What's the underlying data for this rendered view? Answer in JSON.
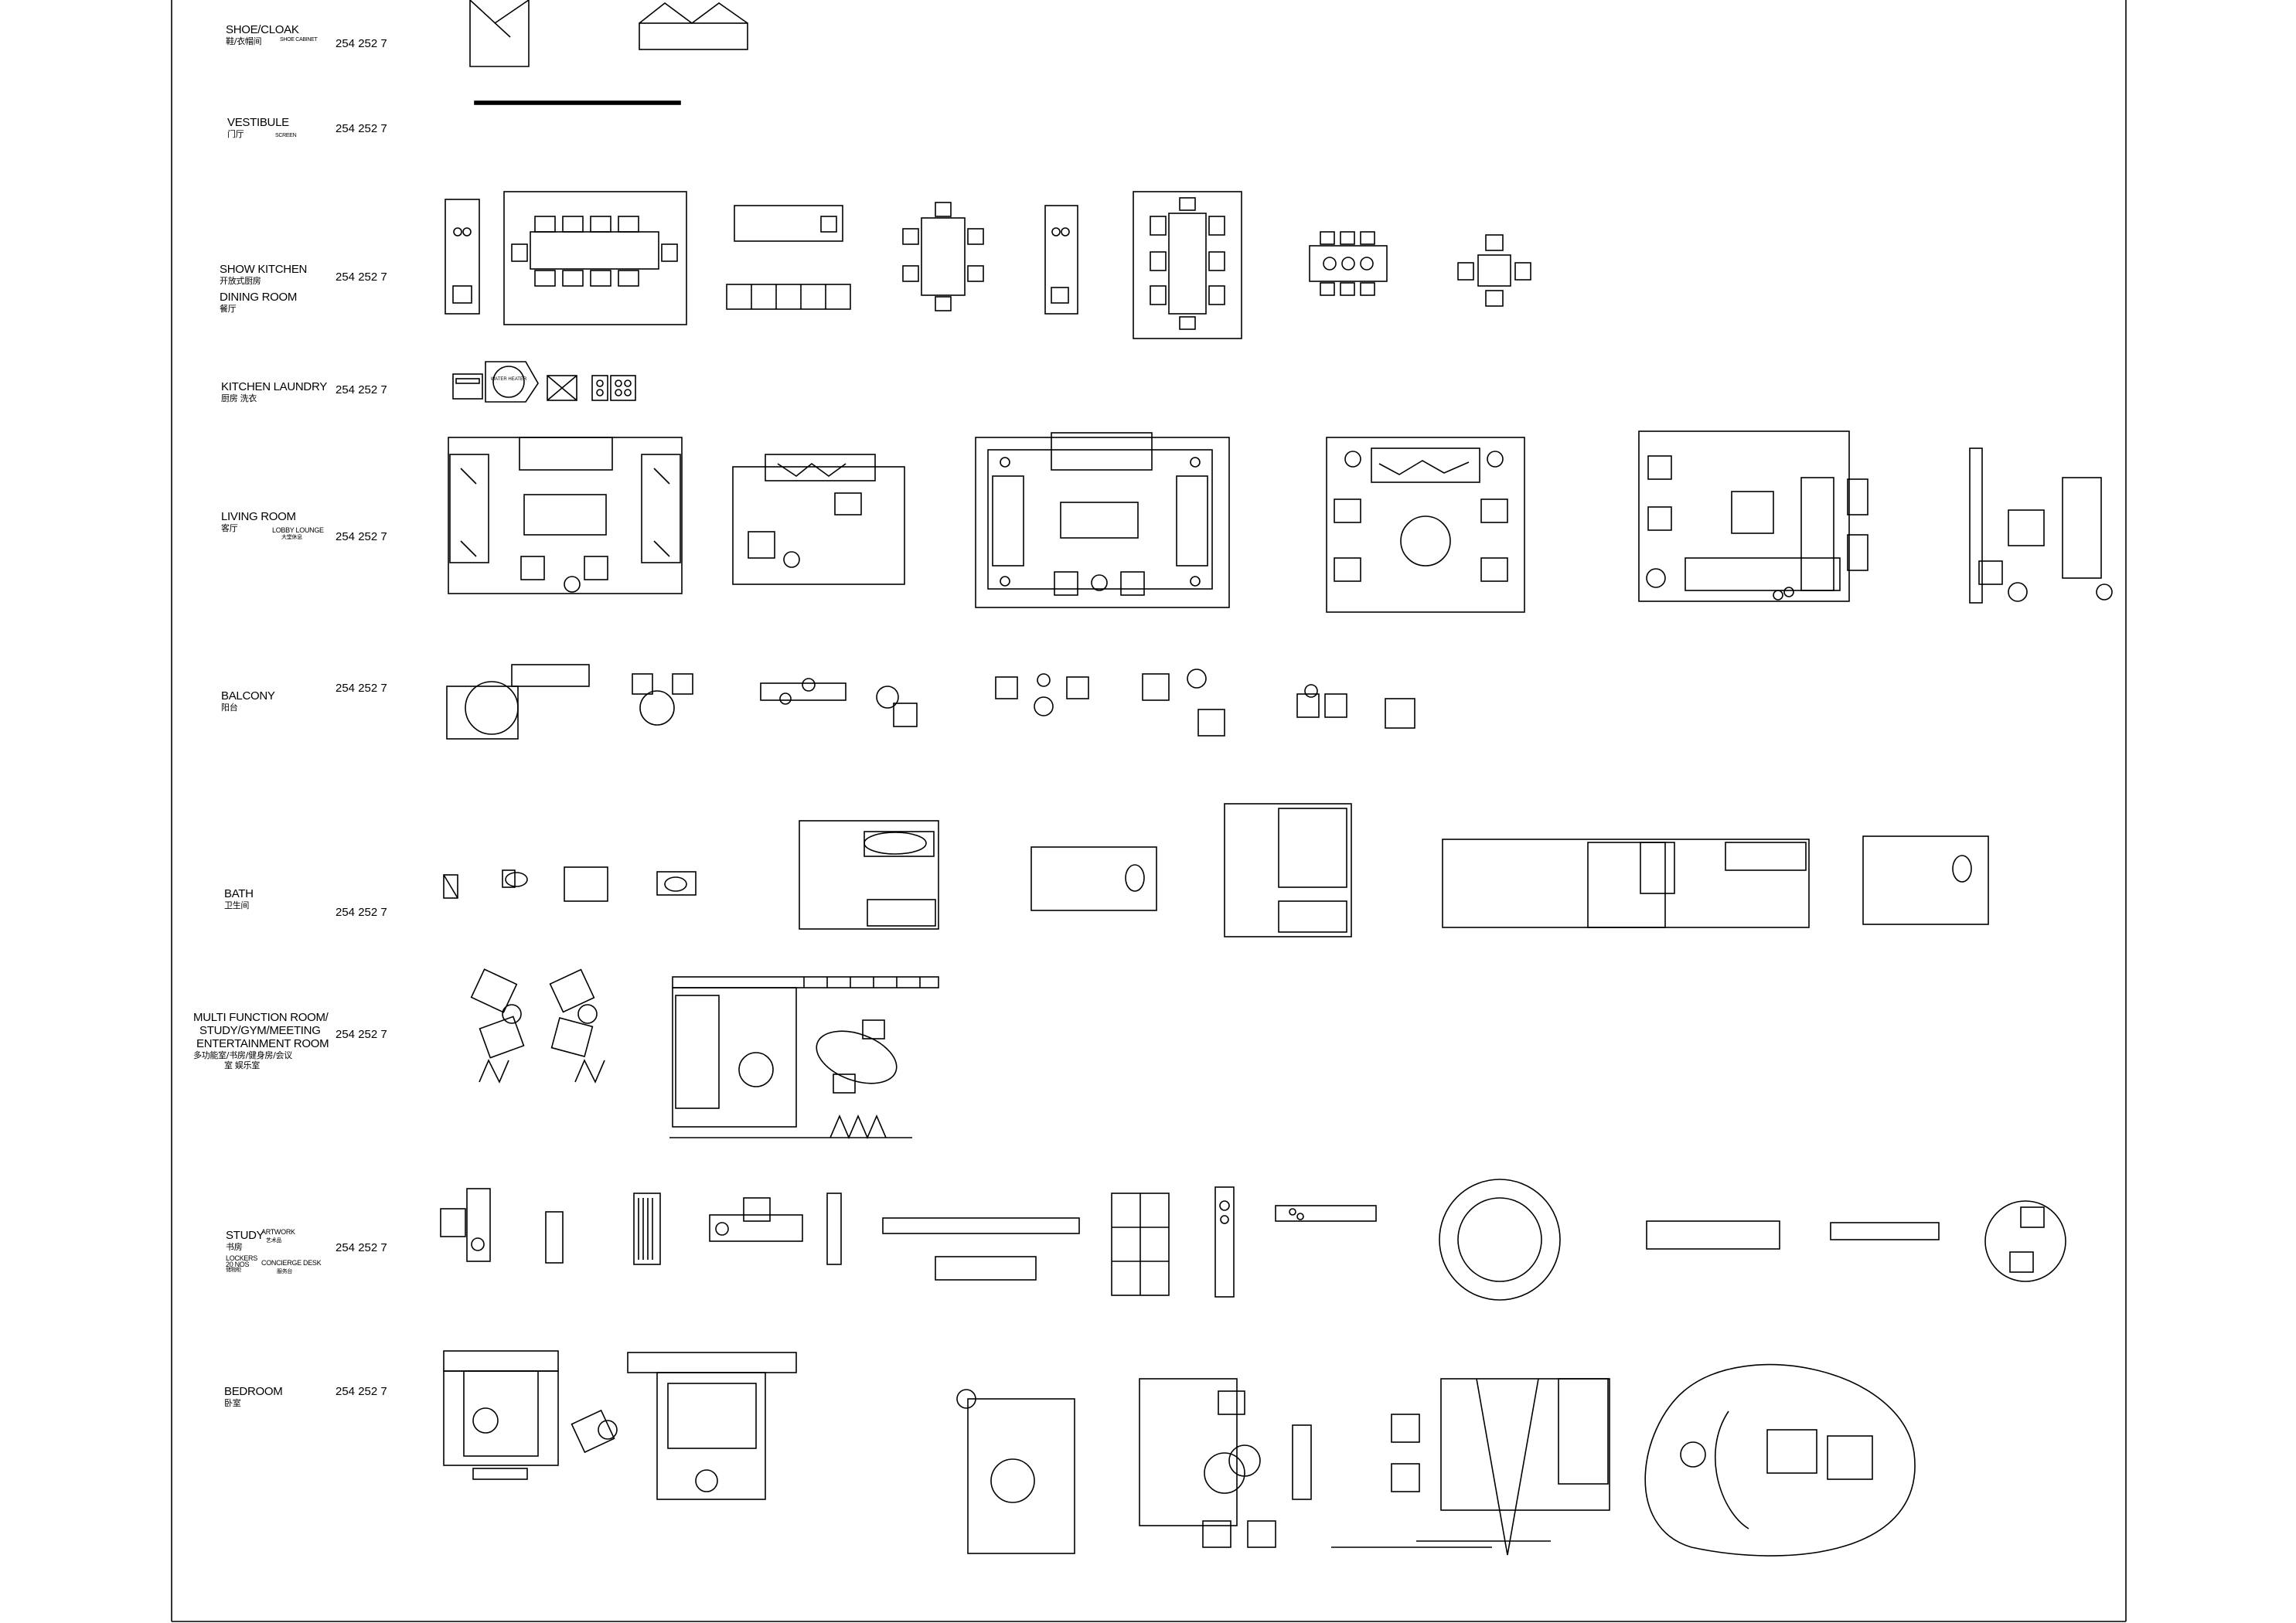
{
  "border_color": "#000000",
  "rows": [
    {
      "name": "SHOE/CLOAK",
      "cn": "鞋/衣帽间",
      "extra": "SHOE CABINET",
      "code": "254 252 7"
    },
    {
      "name": "VESTIBULE",
      "cn": "门厅",
      "extra": "SCREEN",
      "code": "254 252 7"
    },
    {
      "name": "SHOW KITCHEN",
      "cn": "开放式厨房",
      "name2": "DINING ROOM",
      "cn2": "餐厅",
      "code": "254 252 7"
    },
    {
      "name": "KITCHEN  LAUNDRY",
      "cn": "厨房      洗衣",
      "code": "254 252 7"
    },
    {
      "name": "LIVING ROOM",
      "cn": "客厅",
      "extra": "LOBBY LOUNGE",
      "extra_cn": "大堂休息",
      "code": "254 252 7"
    },
    {
      "name": "BALCONY",
      "cn": "阳台",
      "code": "254 252 7"
    },
    {
      "name": "BATH",
      "cn": "卫生间",
      "code": "254 252 7"
    },
    {
      "name": "MULTI FUNCTION ROOM/",
      "name2": "STUDY/GYM/MEETING",
      "name3": "ENTERTAINMENT ROOM",
      "cn": "多功能室/书房/健身房/会议",
      "cn2": "室  娱乐室",
      "code": "254 252 7"
    },
    {
      "name": "STUDY",
      "cn": "书房",
      "extra": "ARTWORK",
      "extra_cn": "艺术品",
      "name2": "LOCKERS",
      "cn2": "20 NOS",
      "cn3": "储物柜",
      "extra2": "CONCIERGE DESK",
      "extra2_cn": "服务台",
      "code": "254 252 7"
    },
    {
      "name": "BEDROOM",
      "cn": "卧室",
      "code": "254 252 7"
    }
  ],
  "symbol_labels": {
    "water_heater": "WATER HEATER"
  }
}
